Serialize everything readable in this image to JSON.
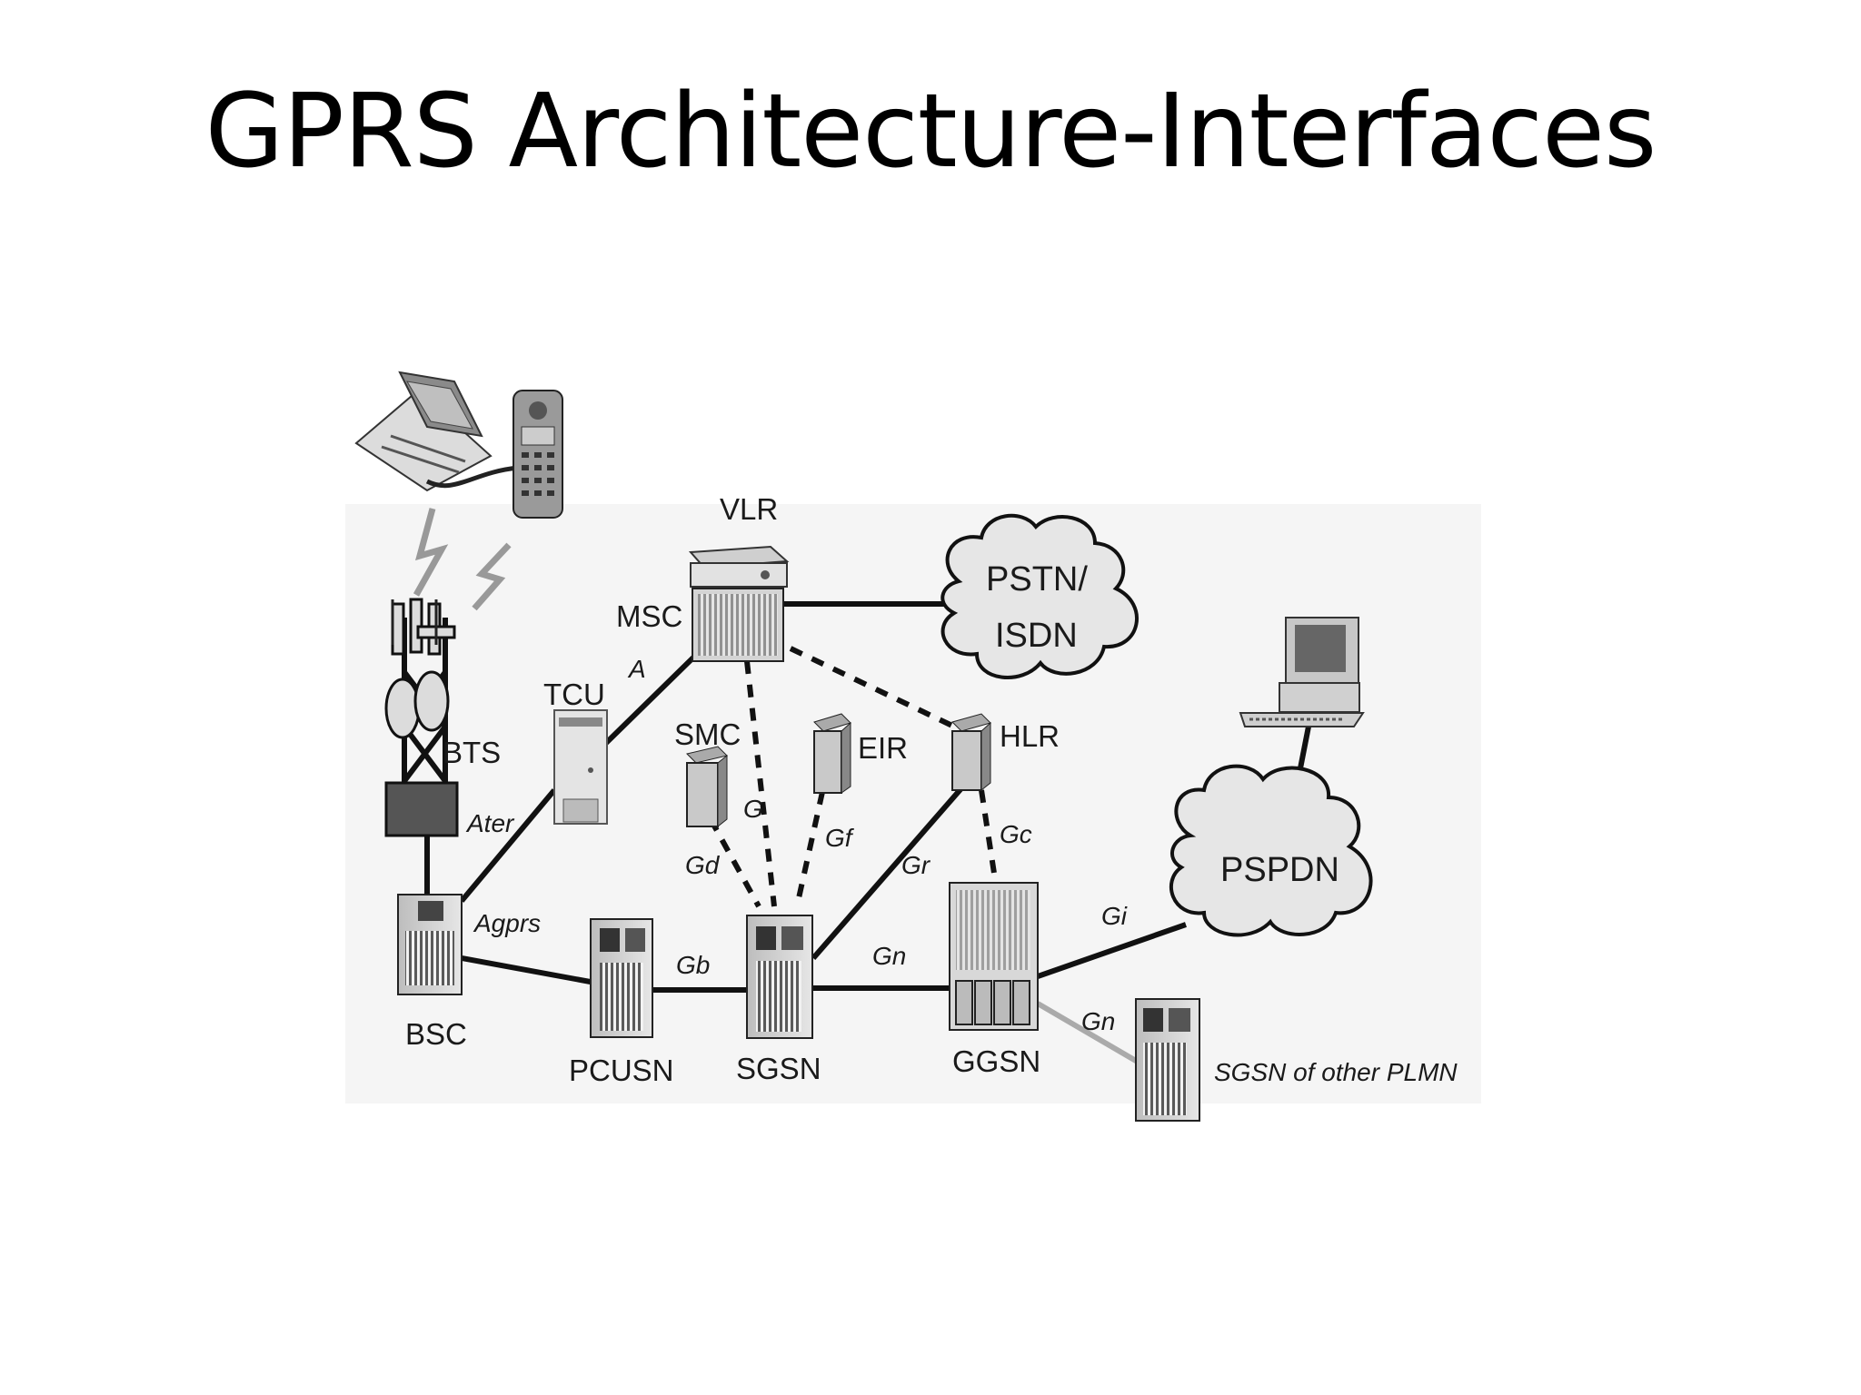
{
  "title": "GPRS Architecture-Interfaces",
  "nodes": {
    "vlr": "VLR",
    "msc": "MSC",
    "pstn_line1": "PSTN/",
    "pstn_line2": "ISDN",
    "tcu": "TCU",
    "bts": "BTS",
    "smc": "SMC",
    "eir": "EIR",
    "hlr": "HLR",
    "pspdn": "PSPDN",
    "bsc": "BSC",
    "pcusn": "PCUSN",
    "sgsn": "SGSN",
    "ggsn": "GGSN",
    "sgsn_other": "SGSN of other PLMN"
  },
  "interfaces": {
    "a": "A",
    "ater": "Ater",
    "agprs": "Agprs",
    "gb": "Gb",
    "g": "G",
    "gd": "Gd",
    "gf": "Gf",
    "gr": "Gr",
    "gc": "Gc",
    "gn": "Gn",
    "gn_other": "Gn",
    "gi": "Gi"
  }
}
